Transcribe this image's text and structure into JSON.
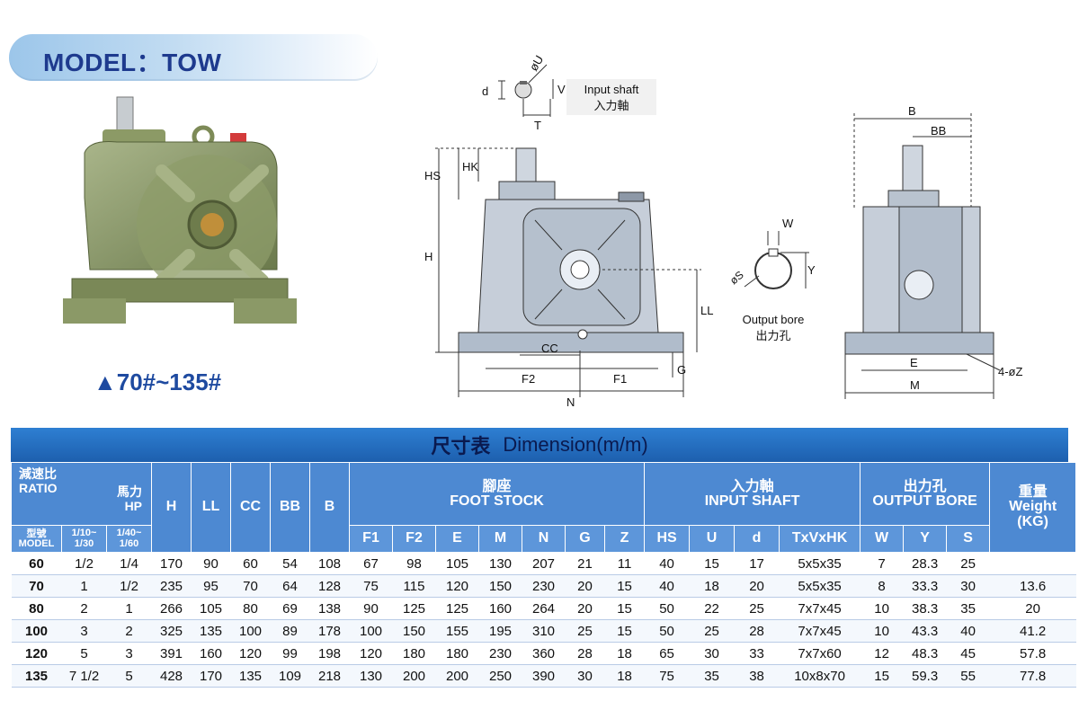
{
  "header": {
    "model_label": "MODEL：TOW",
    "size_range": "▲70#~135#"
  },
  "diagram": {
    "input_shaft_label": "Input shaft",
    "input_shaft_cn": "入力軸",
    "output_bore_label": "Output bore",
    "output_bore_cn": "出力孔",
    "dims": {
      "d": "d",
      "u": "øU",
      "v": "V",
      "t": "T",
      "hs": "HS",
      "hk": "HK",
      "h": "H",
      "ll": "LL",
      "g": "G",
      "cc": "CC",
      "f2": "F2",
      "f1": "F1",
      "n": "N",
      "b": "B",
      "bb": "BB",
      "e": "E",
      "m": "M",
      "z": "4-øZ",
      "w": "W",
      "y": "Y",
      "s": "øS"
    }
  },
  "table": {
    "title_cn": "尺寸表",
    "title_en": "Dimension(m/m)",
    "headers": {
      "ratio_cn": "減速比",
      "ratio_en": "RATIO",
      "hp_cn": "馬力",
      "hp_en": "HP",
      "model_cn": "型號",
      "model_en": "MODEL",
      "ratio_a": "1/10~\n1/30",
      "ratio_b": "1/40~\n1/60",
      "H": "H",
      "LL": "LL",
      "CC": "CC",
      "BB": "BB",
      "B": "B",
      "foot_cn": "腳座",
      "foot_en": "FOOT STOCK",
      "F1": "F1",
      "F2": "F2",
      "E": "E",
      "M": "M",
      "N": "N",
      "G": "G",
      "Z": "Z",
      "input_cn": "入力軸",
      "input_en": "INPUT SHAFT",
      "HS": "HS",
      "U": "U",
      "d": "d",
      "TVHK": "TxVxHK",
      "output_cn": "出力孔",
      "output_en": "OUTPUT BORE",
      "W": "W",
      "Y": "Y",
      "S": "S",
      "weight_cn": "重量",
      "weight_en": "Weight",
      "weight_unit": "(KG)"
    },
    "rows": [
      [
        "60",
        "1/2",
        "1/4",
        "170",
        "90",
        "60",
        "54",
        "108",
        "67",
        "98",
        "105",
        "130",
        "207",
        "21",
        "11",
        "40",
        "15",
        "17",
        "5x5x35",
        "7",
        "28.3",
        "25",
        ""
      ],
      [
        "70",
        "1",
        "1/2",
        "235",
        "95",
        "70",
        "64",
        "128",
        "75",
        "115",
        "120",
        "150",
        "230",
        "20",
        "15",
        "40",
        "18",
        "20",
        "5x5x35",
        "8",
        "33.3",
        "30",
        "13.6"
      ],
      [
        "80",
        "2",
        "1",
        "266",
        "105",
        "80",
        "69",
        "138",
        "90",
        "125",
        "125",
        "160",
        "264",
        "20",
        "15",
        "50",
        "22",
        "25",
        "7x7x45",
        "10",
        "38.3",
        "35",
        "20"
      ],
      [
        "100",
        "3",
        "2",
        "325",
        "135",
        "100",
        "89",
        "178",
        "100",
        "150",
        "155",
        "195",
        "310",
        "25",
        "15",
        "50",
        "25",
        "28",
        "7x7x45",
        "10",
        "43.3",
        "40",
        "41.2"
      ],
      [
        "120",
        "5",
        "3",
        "391",
        "160",
        "120",
        "99",
        "198",
        "120",
        "180",
        "180",
        "230",
        "360",
        "28",
        "18",
        "65",
        "30",
        "33",
        "7x7x60",
        "12",
        "48.3",
        "45",
        "57.8"
      ],
      [
        "135",
        "7 1/2",
        "5",
        "428",
        "170",
        "135",
        "109",
        "218",
        "130",
        "200",
        "200",
        "250",
        "390",
        "30",
        "18",
        "75",
        "35",
        "38",
        "10x8x70",
        "15",
        "59.3",
        "55",
        "77.8"
      ]
    ]
  }
}
